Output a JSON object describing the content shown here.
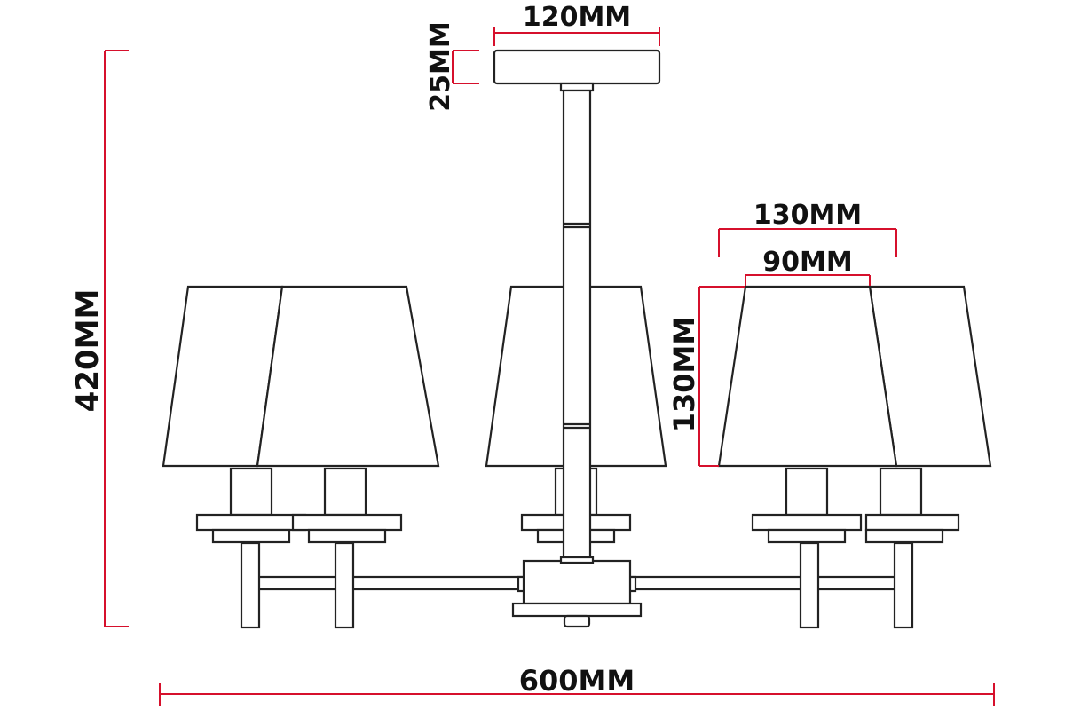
{
  "colors": {
    "line": "#222222",
    "dimension": "#d6102c",
    "background": "#ffffff"
  },
  "dimensions": {
    "overall_height": "420MM",
    "overall_width": "600MM",
    "canopy_width": "120MM",
    "canopy_height": "25MM",
    "shade_bottom_width": "130MM",
    "shade_top_width": "90MM",
    "shade_height": "130MM"
  }
}
